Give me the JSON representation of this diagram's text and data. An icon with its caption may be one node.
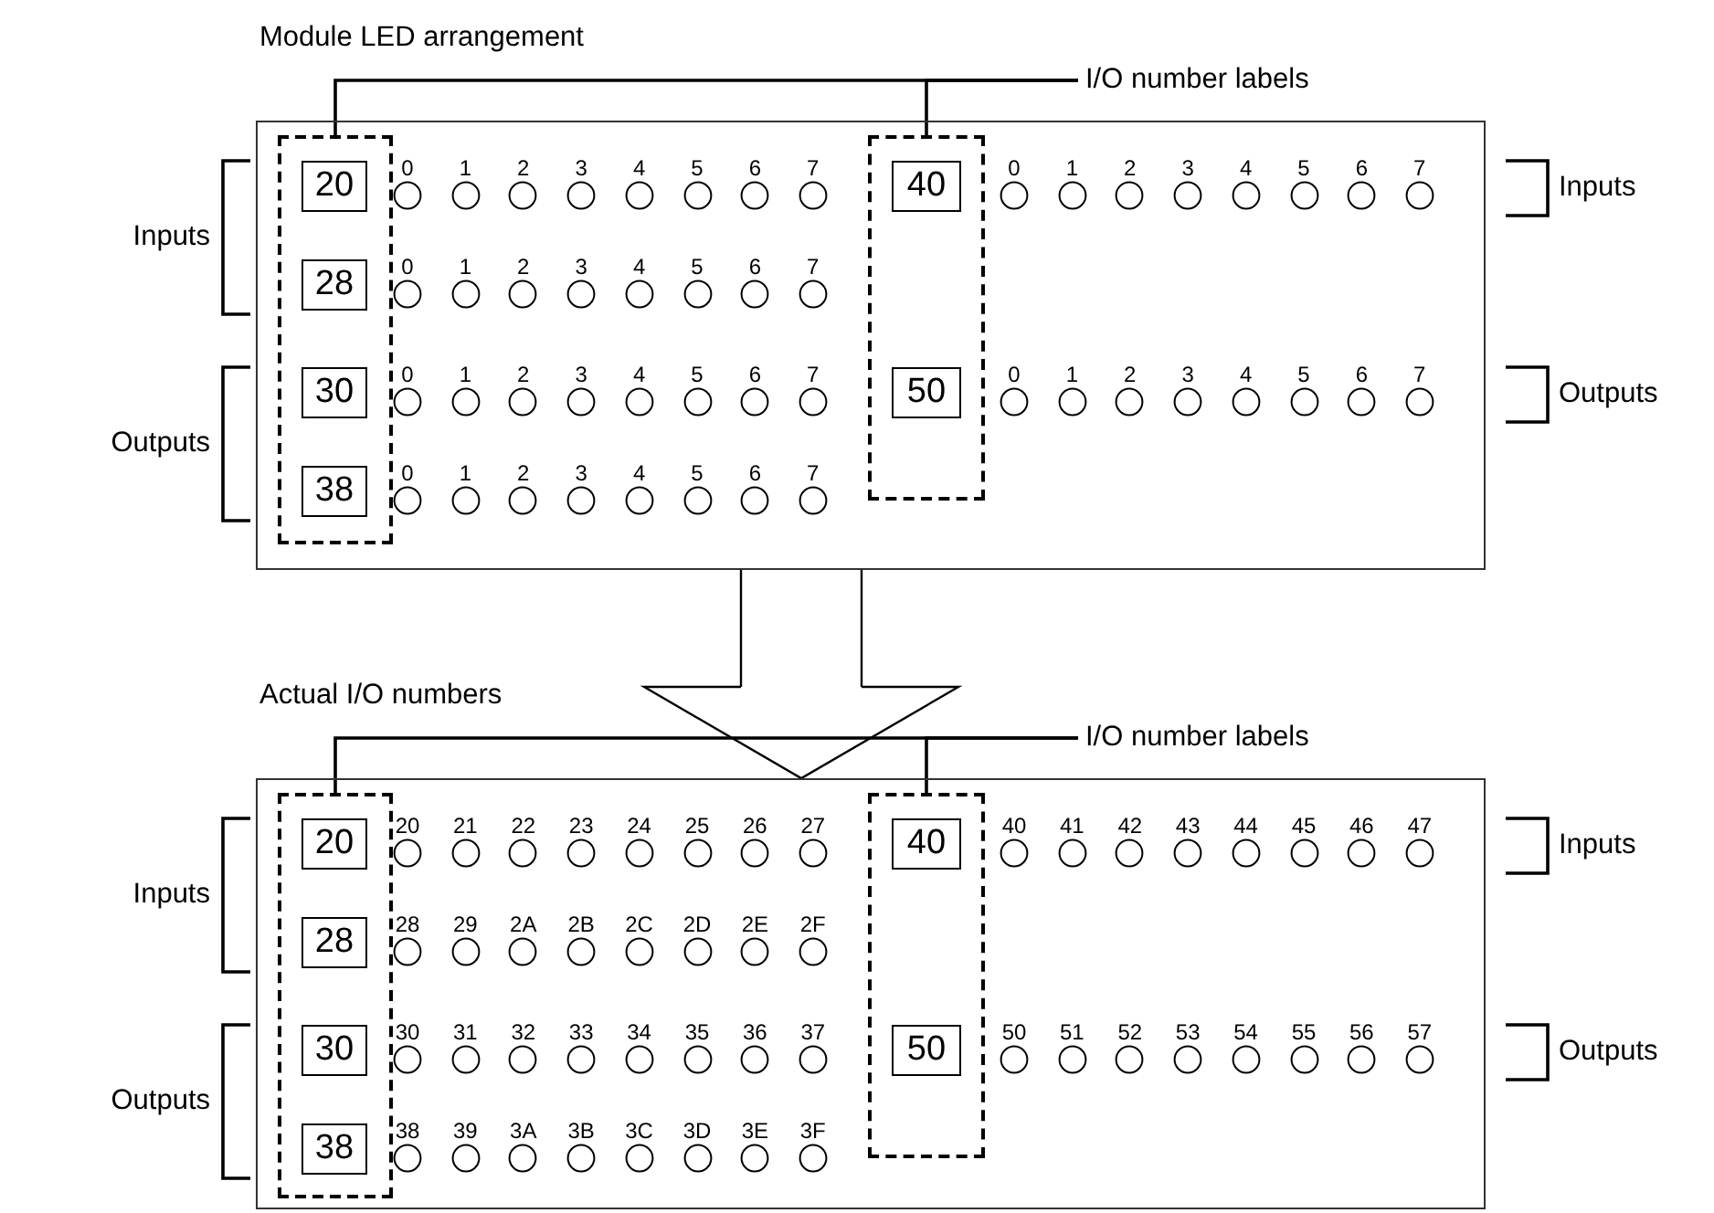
{
  "diagram": {
    "nodes": [
      {
        "text": [
          "Module LED arrangement"
        ]
      },
      {
        "text": [],
        "shape": "box",
        "in": 0
      },
      {
        "text": [
          "20"
        ],
        "in": 1
      },
      {
        "text": [
          "28"
        ],
        "in": 1
      },
      {
        "text": [
          "30"
        ],
        "in": 1
      },
      {
        "text": [
          "38"
        ],
        "in": 1
      },
      {
        "text": [],
        "shape": "box",
        "in": 0
      },
      {
        "text": [
          "40"
        ],
        "in": 6
      },
      {
        "text": [
          "50"
        ],
        "in": 6
      },
      {
        "text": [],
        "shape": "circle",
        "beside": [
          "0"
        ],
        "in": 0
      },
      {
        "text": [],
        "shape": "circle",
        "beside": [
          "1"
        ],
        "in": 0
      },
      {
        "text": [],
        "shape": "circle",
        "beside": [
          "2"
        ],
        "in": 0
      },
      {
        "text": [],
        "shape": "circle",
        "beside": [
          "3"
        ],
        "in": 0
      },
      {
        "text": [],
        "shape": "circle",
        "beside": [
          "4"
        ],
        "in": 0
      },
      {
        "text": [],
        "shape": "circle",
        "beside": [
          "5"
        ],
        "in": 0
      },
      {
        "text": [],
        "shape": "circle",
        "beside": [
          "6"
        ],
        "in": 0
      },
      {
        "text": [],
        "shape": "circle",
        "beside": [
          "7"
        ],
        "in": 0
      },
      {
        "text": [],
        "shape": "circle",
        "beside": [
          "0"
        ],
        "in": 0
      },
      {
        "text": [],
        "shape": "circle",
        "beside": [
          "1"
        ],
        "in": 0
      },
      {
        "text": [],
        "shape": "circle",
        "beside": [
          "2"
        ],
        "in": 0
      },
      {
        "text": [],
        "shape": "circle",
        "beside": [
          "3"
        ],
        "in": 0
      },
      {
        "text": [],
        "shape": "circle",
        "beside": [
          "4"
        ],
        "in": 0
      },
      {
        "text": [],
        "shape": "circle",
        "beside": [
          "5"
        ],
        "in": 0
      },
      {
        "text": [],
        "shape": "circle",
        "beside": [
          "6"
        ],
        "in": 0
      },
      {
        "text": [],
        "shape": "circle",
        "beside": [
          "7"
        ],
        "in": 0
      },
      {
        "text": [],
        "shape": "circle",
        "beside": [
          "0"
        ],
        "in": 0
      },
      {
        "text": [],
        "shape": "circle",
        "beside": [
          "1"
        ],
        "in": 0
      },
      {
        "text": [],
        "shape": "circle",
        "beside": [
          "2"
        ],
        "in": 0
      },
      {
        "text": [],
        "shape": "circle",
        "beside": [
          "3"
        ],
        "in": 0
      },
      {
        "text": [],
        "shape": "circle",
        "beside": [
          "4"
        ],
        "in": 0
      },
      {
        "text": [],
        "shape": "circle",
        "beside": [
          "5"
        ],
        "in": 0
      },
      {
        "text": [],
        "shape": "circle",
        "beside": [
          "6"
        ],
        "in": 0
      },
      {
        "text": [],
        "shape": "circle",
        "beside": [
          "7"
        ],
        "in": 0
      },
      {
        "text": [],
        "shape": "circle",
        "beside": [
          "0"
        ],
        "in": 0
      },
      {
        "text": [],
        "shape": "circle",
        "beside": [
          "1"
        ],
        "in": 0
      },
      {
        "text": [],
        "shape": "circle",
        "beside": [
          "2"
        ],
        "in": 0
      },
      {
        "text": [],
        "shape": "circle",
        "beside": [
          "3"
        ],
        "in": 0
      },
      {
        "text": [],
        "shape": "circle",
        "beside": [
          "4"
        ],
        "in": 0
      },
      {
        "text": [],
        "shape": "circle",
        "beside": [
          "5"
        ],
        "in": 0
      },
      {
        "text": [],
        "shape": "circle",
        "beside": [
          "6"
        ],
        "in": 0
      },
      {
        "text": [],
        "shape": "circle",
        "beside": [
          "7"
        ],
        "in": 0
      },
      {
        "text": [],
        "shape": "circle",
        "beside": [
          "0"
        ],
        "in": 0
      },
      {
        "text": [],
        "shape": "circle",
        "beside": [
          "1"
        ],
        "in": 0
      },
      {
        "text": [],
        "shape": "circle",
        "beside": [
          "2"
        ],
        "in": 0
      },
      {
        "text": [],
        "shape": "circle",
        "beside": [
          "3"
        ],
        "in": 0
      },
      {
        "text": [],
        "shape": "circle",
        "beside": [
          "4"
        ],
        "in": 0
      },
      {
        "text": [],
        "shape": "circle",
        "beside": [
          "5"
        ],
        "in": 0
      },
      {
        "text": [],
        "shape": "circle",
        "beside": [
          "6"
        ],
        "in": 0
      },
      {
        "text": [],
        "shape": "circle",
        "beside": [
          "7"
        ],
        "in": 0
      },
      {
        "text": [],
        "shape": "circle",
        "beside": [
          "0"
        ],
        "in": 0
      },
      {
        "text": [],
        "shape": "circle",
        "beside": [
          "1"
        ],
        "in": 0
      },
      {
        "text": [],
        "shape": "circle",
        "beside": [
          "2"
        ],
        "in": 0
      },
      {
        "text": [],
        "shape": "circle",
        "beside": [
          "3"
        ],
        "in": 0
      },
      {
        "text": [],
        "shape": "circle",
        "beside": [
          "4"
        ],
        "in": 0
      },
      {
        "text": [],
        "shape": "circle",
        "beside": [
          "5"
        ],
        "in": 0
      },
      {
        "text": [],
        "shape": "circle",
        "beside": [
          "6"
        ],
        "in": 0
      },
      {
        "text": [],
        "shape": "circle",
        "beside": [
          "7"
        ],
        "in": 0
      },
      {
        "text": [
          "I/O number labels"
        ]
      },
      {
        "text": [
          "Actual I/O numbers"
        ]
      },
      {
        "text": [],
        "shape": "box",
        "in": 58
      },
      {
        "text": [
          "20"
        ],
        "in": 59
      },
      {
        "text": [
          "28"
        ],
        "in": 59
      },
      {
        "text": [
          "30"
        ],
        "in": 59
      },
      {
        "text": [
          "38"
        ],
        "in": 59
      },
      {
        "text": [],
        "shape": "box",
        "in": 58
      },
      {
        "text": [
          "40"
        ],
        "in": 64
      },
      {
        "text": [
          "50"
        ],
        "in": 64
      },
      {
        "text": [],
        "shape": "circle",
        "beside": [
          "20"
        ],
        "in": 58
      },
      {
        "text": [],
        "shape": "circle",
        "beside": [
          "21"
        ],
        "in": 58
      },
      {
        "text": [],
        "shape": "circle",
        "beside": [
          "22"
        ],
        "in": 58
      },
      {
        "text": [],
        "shape": "circle",
        "beside": [
          "23"
        ],
        "in": 58
      },
      {
        "text": [],
        "shape": "circle",
        "beside": [
          "24"
        ],
        "in": 58
      },
      {
        "text": [],
        "shape": "circle",
        "beside": [
          "25"
        ],
        "in": 58
      },
      {
        "text": [],
        "shape": "circle",
        "beside": [
          "26"
        ],
        "in": 58
      },
      {
        "text": [],
        "shape": "circle",
        "beside": [
          "27"
        ],
        "in": 58
      },
      {
        "text": [],
        "shape": "circle",
        "beside": [
          "40"
        ],
        "in": 58
      },
      {
        "text": [],
        "shape": "circle",
        "beside": [
          "41"
        ],
        "in": 58
      },
      {
        "text": [],
        "shape": "circle",
        "beside": [
          "42"
        ],
        "in": 58
      },
      {
        "text": [],
        "shape": "circle",
        "beside": [
          "43"
        ],
        "in": 58
      },
      {
        "text": [],
        "shape": "circle",
        "beside": [
          "44"
        ],
        "in": 58
      },
      {
        "text": [],
        "shape": "circle",
        "beside": [
          "45"
        ],
        "in": 58
      },
      {
        "text": [],
        "shape": "circle",
        "beside": [
          "46"
        ],
        "in": 58
      },
      {
        "text": [],
        "shape": "circle",
        "beside": [
          "47"
        ],
        "in": 58
      },
      {
        "text": [],
        "shape": "circle",
        "beside": [
          "28"
        ],
        "in": 58
      },
      {
        "text": [],
        "shape": "circle",
        "beside": [
          "29"
        ],
        "in": 58
      },
      {
        "text": [],
        "shape": "circle",
        "beside": [
          "2A"
        ],
        "in": 58
      },
      {
        "text": [],
        "shape": "circle",
        "beside": [
          "2B"
        ],
        "in": 58
      },
      {
        "text": [],
        "shape": "circle",
        "beside": [
          "2C"
        ],
        "in": 58
      },
      {
        "text": [],
        "shape": "circle",
        "beside": [
          "2D"
        ],
        "in": 58
      },
      {
        "text": [],
        "shape": "circle",
        "beside": [
          "2E"
        ],
        "in": 58
      },
      {
        "text": [],
        "shape": "circle",
        "beside": [
          "2F"
        ],
        "in": 58
      },
      {
        "text": [],
        "shape": "circle",
        "beside": [
          "30"
        ],
        "in": 58
      },
      {
        "text": [],
        "shape": "circle",
        "beside": [
          "31"
        ],
        "in": 58
      },
      {
        "text": [],
        "shape": "circle",
        "beside": [
          "32"
        ],
        "in": 58
      },
      {
        "text": [],
        "shape": "circle",
        "beside": [
          "33"
        ],
        "in": 58
      },
      {
        "text": [],
        "shape": "circle",
        "beside": [
          "34"
        ],
        "in": 58
      },
      {
        "text": [],
        "shape": "circle",
        "beside": [
          "35"
        ],
        "in": 58
      },
      {
        "text": [],
        "shape": "circle",
        "beside": [
          "36"
        ],
        "in": 58
      },
      {
        "text": [],
        "shape": "circle",
        "beside": [
          "37"
        ],
        "in": 58
      },
      {
        "text": [],
        "shape": "circle",
        "beside": [
          "50"
        ],
        "in": 58
      },
      {
        "text": [],
        "shape": "circle",
        "beside": [
          "51"
        ],
        "in": 58
      },
      {
        "text": [],
        "shape": "circle",
        "beside": [
          "52"
        ],
        "in": 58
      },
      {
        "text": [],
        "shape": "circle",
        "beside": [
          "53"
        ],
        "in": 58
      },
      {
        "text": [],
        "shape": "circle",
        "beside": [
          "54"
        ],
        "in": 58
      },
      {
        "text": [],
        "shape": "circle",
        "beside": [
          "55"
        ],
        "in": 58
      },
      {
        "text": [],
        "shape": "circle",
        "beside": [
          "56"
        ],
        "in": 58
      },
      {
        "text": [],
        "shape": "circle",
        "beside": [
          "57"
        ],
        "in": 58
      },
      {
        "text": [],
        "shape": "circle",
        "beside": [
          "38"
        ],
        "in": 58
      },
      {
        "text": [],
        "shape": "circle",
        "beside": [
          "39"
        ],
        "in": 58
      },
      {
        "text": [],
        "shape": "circle",
        "beside": [
          "3A"
        ],
        "in": 58
      },
      {
        "text": [],
        "shape": "circle",
        "beside": [
          "3B"
        ],
        "in": 58
      },
      {
        "text": [],
        "shape": "circle",
        "beside": [
          "3C"
        ],
        "in": 58
      },
      {
        "text": [],
        "shape": "circle",
        "beside": [
          "3D"
        ],
        "in": 58
      },
      {
        "text": [],
        "shape": "circle",
        "beside": [
          "3E"
        ],
        "in": 58
      },
      {
        "text": [],
        "shape": "circle",
        "beside": [
          "3F"
        ],
        "in": 58
      },
      {
        "text": [
          "I/O number labels"
        ]
      }
    ],
    "edges": [
      {
        "from": 57,
        "to": 1,
        "arrow": "none"
      },
      {
        "from": 57,
        "to": 6,
        "arrow": "none"
      },
      {
        "from": 0,
        "to": 58,
        "arrow": "to"
      },
      {
        "from": 115,
        "to": 59,
        "arrow": "none"
      },
      {
        "from": 115,
        "to": 64,
        "arrow": "none"
      }
    ],
    "labels": [
      "Inputs",
      "Inputs",
      "Outputs",
      "Outputs",
      "Inputs",
      "Inputs",
      "Outputs",
      "Outputs"
    ]
  }
}
